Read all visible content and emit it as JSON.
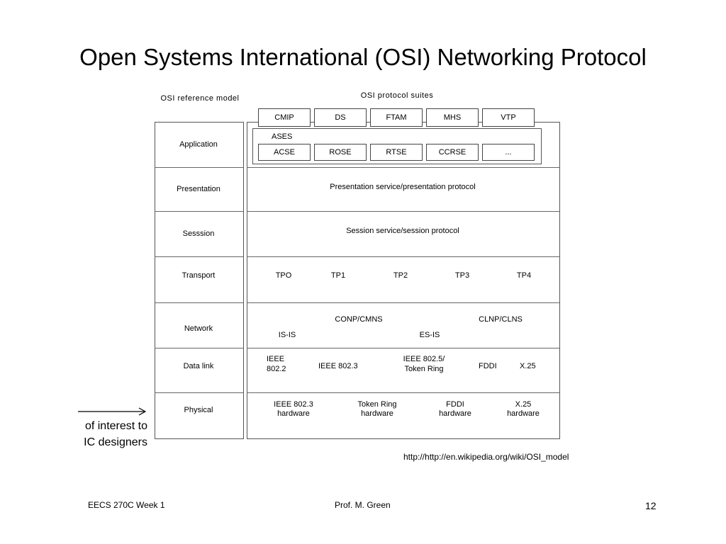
{
  "title": "Open Systems International (OSI) Networking Protocol",
  "headers": {
    "reference_model": "OSI reference model",
    "protocol_suites": "OSI protocol suites"
  },
  "layers": [
    "Application",
    "Presentation",
    "Sesssion",
    "Transport",
    "Network",
    "Data link",
    "Physical"
  ],
  "top_suites": [
    "CMIP",
    "DS",
    "FTAM",
    "MHS",
    "VTP"
  ],
  "ases": {
    "label": "ASES",
    "items": [
      "ACSE",
      "ROSE",
      "RTSE",
      "CCRSE",
      "..."
    ]
  },
  "presentation": "Presentation service/presentation protocol",
  "session": "Session service/session protocol",
  "transport": [
    "TPO",
    "TP1",
    "TP2",
    "TP3",
    "TP4"
  ],
  "network": {
    "conp": "CONP/CMNS",
    "clnp": "CLNP/CLNS",
    "isis": "IS-IS",
    "esis": "ES-IS"
  },
  "datalink": {
    "ieee8022": [
      "IEEE",
      "802.2"
    ],
    "ieee8023": "IEEE 802.3",
    "ieee8025": [
      "IEEE 802.5/",
      "Token Ring"
    ],
    "fddi": "FDDI",
    "x25": "X.25"
  },
  "physical": [
    [
      "IEEE 802.3",
      "hardware"
    ],
    [
      "Token Ring",
      "hardware"
    ],
    [
      "FDDI",
      "hardware"
    ],
    [
      "X.25",
      "hardware"
    ]
  ],
  "annotation": [
    "of interest to",
    "IC designers"
  ],
  "source_url": "http://http://en.wikipedia.org/wiki/OSI_model",
  "footer": {
    "course": "EECS 270C  Week 1",
    "author": "Prof. M. Green",
    "page": "12"
  }
}
